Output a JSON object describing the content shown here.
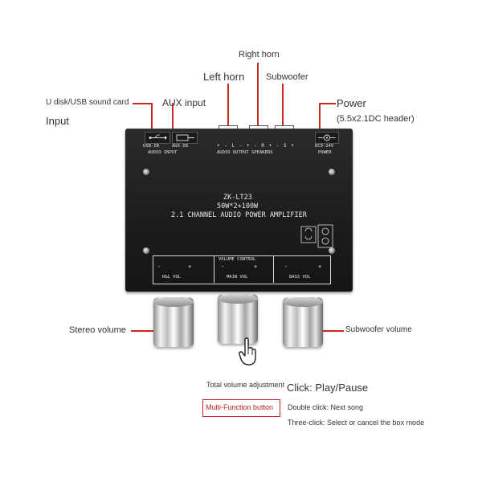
{
  "callouts": {
    "right_horn": "Right horn",
    "left_horn": "Left horn",
    "subwoofer": "Subwoofer",
    "usb_source": "U disk/USB sound card",
    "aux_input": "AUX input",
    "power": "Power",
    "power_spec": "(5.5x2.1DC header)",
    "input": "Input",
    "stereo_volume": "Stereo volume",
    "subwoofer_volume": "Subwoofer volume",
    "total_volume": "Total volume adjustment",
    "multi_function": "Multi-Function button",
    "click": "Click: Play/Pause",
    "double_click": "Double click: Next song",
    "three_click": "Three-click: Select or cancel the box mode"
  },
  "device": {
    "usb_label": "USB-IN",
    "aux_label": "AUX-IN",
    "audio_input": "AUDIO INPUT",
    "speaker_pins": "+ - L - + - R + - S +",
    "audio_output": "AUDIO OUTPUT SPEAKERS",
    "dc_label": "DC9-24V",
    "power_label": "POWER",
    "model": "ZK-LT23",
    "power_rating": "50W*2+100W",
    "description": "2.1 CHANNEL AUDIO POWER AMPLIFIER",
    "volume_control": "VOLUME CONTROL",
    "rl_vol": "R&L VOL",
    "main_vol": "MAIN VOL",
    "bass_vol": "BASS VOL",
    "minus": "-",
    "plus": "+"
  },
  "colors": {
    "accent": "#c8281e",
    "device_body": "#1c1c1c"
  },
  "icons": [
    "usb-icon",
    "aux-icon",
    "dc-polarity-icon",
    "warning-icon",
    "hand-pointer-icon"
  ]
}
